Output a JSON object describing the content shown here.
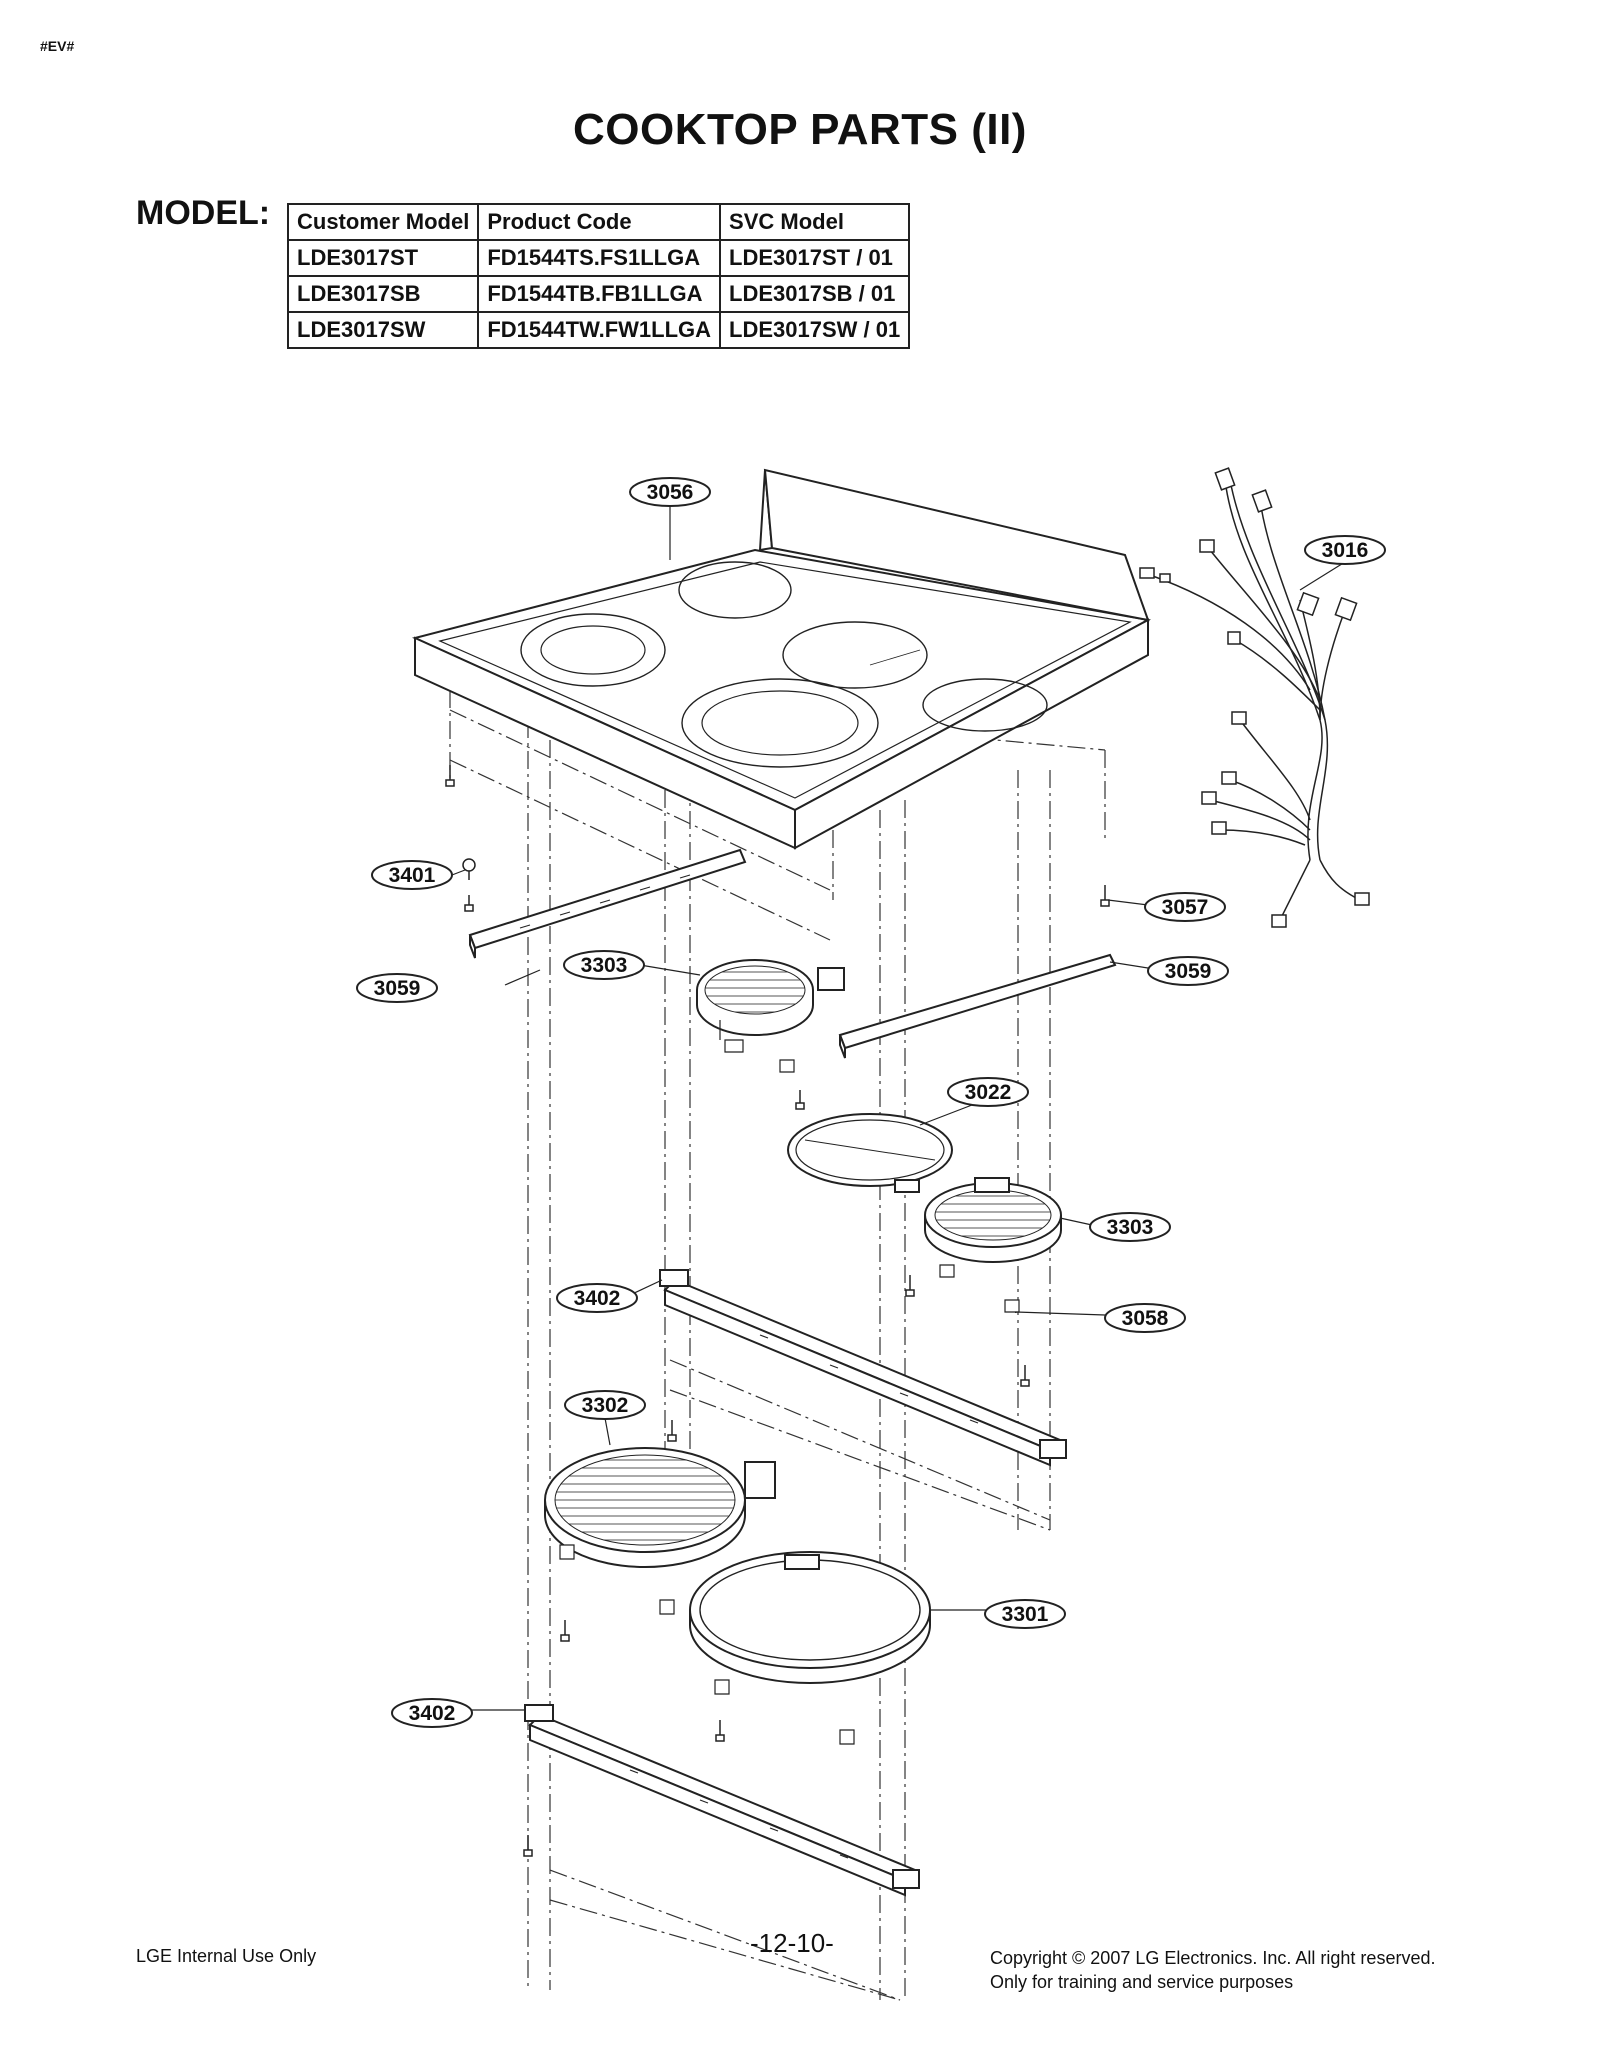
{
  "corner_tag": "#EV#",
  "title": "COOKTOP PARTS (II)",
  "model_label": "MODEL:",
  "model_table": {
    "headers": [
      "Customer Model",
      "Product Code",
      "SVC Model"
    ],
    "rows": [
      [
        "LDE3017ST",
        "FD1544TS.FS1LLGA",
        "LDE3017ST / 01"
      ],
      [
        "LDE3017SB",
        "FD1544TB.FB1LLGA",
        "LDE3017SB / 01"
      ],
      [
        "LDE3017SW",
        "FD1544TW.FW1LLGA",
        "LDE3017SW / 01"
      ]
    ]
  },
  "callouts": {
    "glass_top": "3056",
    "wire_harness": "3016",
    "bracket_left_part": "3401",
    "screw_right": "3057",
    "rail_left": "3059",
    "rail_right": "3059",
    "element_left_top": "3303",
    "sensor_ring": "3022",
    "element_right": "3303",
    "support_bar_upper": "3402",
    "clip": "3058",
    "element_large": "3302",
    "element_ring_large": "3301",
    "support_bar_lower": "3402"
  },
  "footer": {
    "left": "LGE Internal Use Only",
    "page_number": "-12-10-",
    "copyright": "Copyright © 2007 LG Electronics. Inc. All right reserved.",
    "training": "Only for training and service purposes"
  },
  "colors": {
    "line": "#222222",
    "light_line": "#777777",
    "background": "#ffffff"
  }
}
